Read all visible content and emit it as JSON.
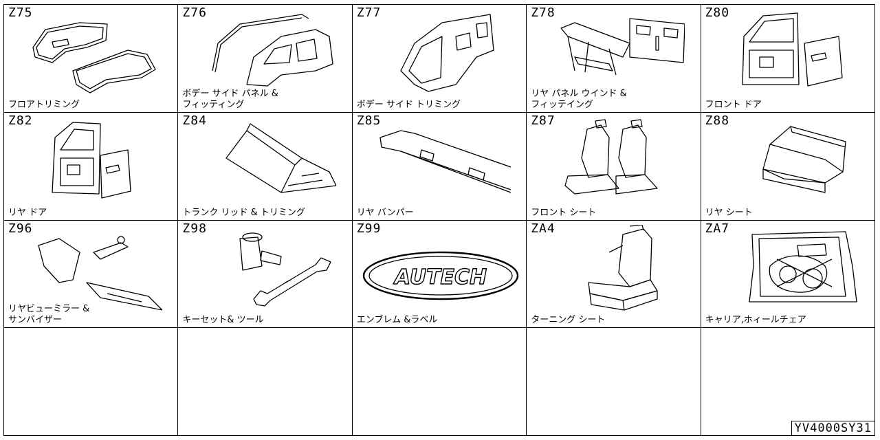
{
  "catalog": {
    "cells": [
      {
        "code": "Z75",
        "label": "フロアトリミング"
      },
      {
        "code": "Z76",
        "label": "ボデー サイド パネル &\nフィッティング"
      },
      {
        "code": "Z77",
        "label": "ボデー サイド トリミング"
      },
      {
        "code": "Z78",
        "label": "リヤ パネル ウインド &\nフィッテイング"
      },
      {
        "code": "Z80",
        "label": "フロント ドア"
      },
      {
        "code": "Z82",
        "label": "リヤ ドア"
      },
      {
        "code": "Z84",
        "label": "トランク リッド & トリミング"
      },
      {
        "code": "Z85",
        "label": "リヤ バンパー"
      },
      {
        "code": "Z87",
        "label": "フロント シート"
      },
      {
        "code": "Z88",
        "label": "リヤ シート"
      },
      {
        "code": "Z96",
        "label": "リヤビューミラー &\nサンバイザー"
      },
      {
        "code": "Z98",
        "label": "キーセット& ツール"
      },
      {
        "code": "Z99",
        "label": "エンブレム &ラベル"
      },
      {
        "code": "ZA4",
        "label": "ターニング シート"
      },
      {
        "code": "ZA7",
        "label": "キャリア,ホィールチェア"
      }
    ],
    "emblem_text": "AUTECH",
    "drawing_number": "YV4000SY31"
  }
}
